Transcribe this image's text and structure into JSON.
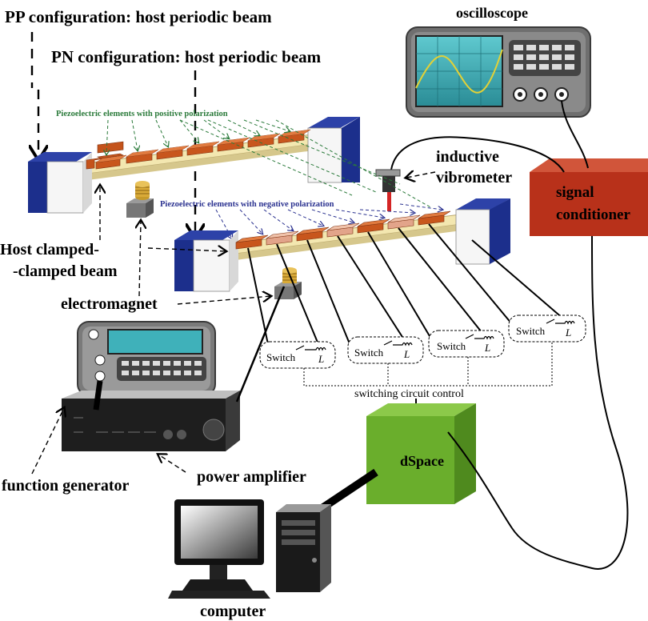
{
  "labels": {
    "pp_config": "PP configuration: host periodic beam",
    "pn_config": "PN configuration: host periodic beam",
    "oscilloscope": "oscilloscope",
    "piezo_positive": "Piezoelectric elements with positive polarization",
    "piezo_negative": "Piezoelectric elements with negative polarization",
    "inductive": "inductive",
    "vibrometer": "vibrometer",
    "signal": "signal",
    "conditioner": "conditioner",
    "host_clamped": "Host clamped-",
    "clamped_beam": "-clamped beam",
    "electromagnet": "electromagnet",
    "switch": "Switch",
    "inductor": "L",
    "switching_control": "switching circuit control",
    "dspace": "dSpace",
    "function_generator": "function generator",
    "power_amplifier": "power amplifier",
    "computer": "computer"
  },
  "colors": {
    "clamp_blue": "#1c2f8c",
    "piezo_positive": "#c4531b",
    "piezo_negative": "#e2a48a",
    "signal_conditioner": "#b8311a",
    "dspace": "#6aae2c",
    "positive_label": "#2a7a3a",
    "negative_label": "#2b3290"
  }
}
